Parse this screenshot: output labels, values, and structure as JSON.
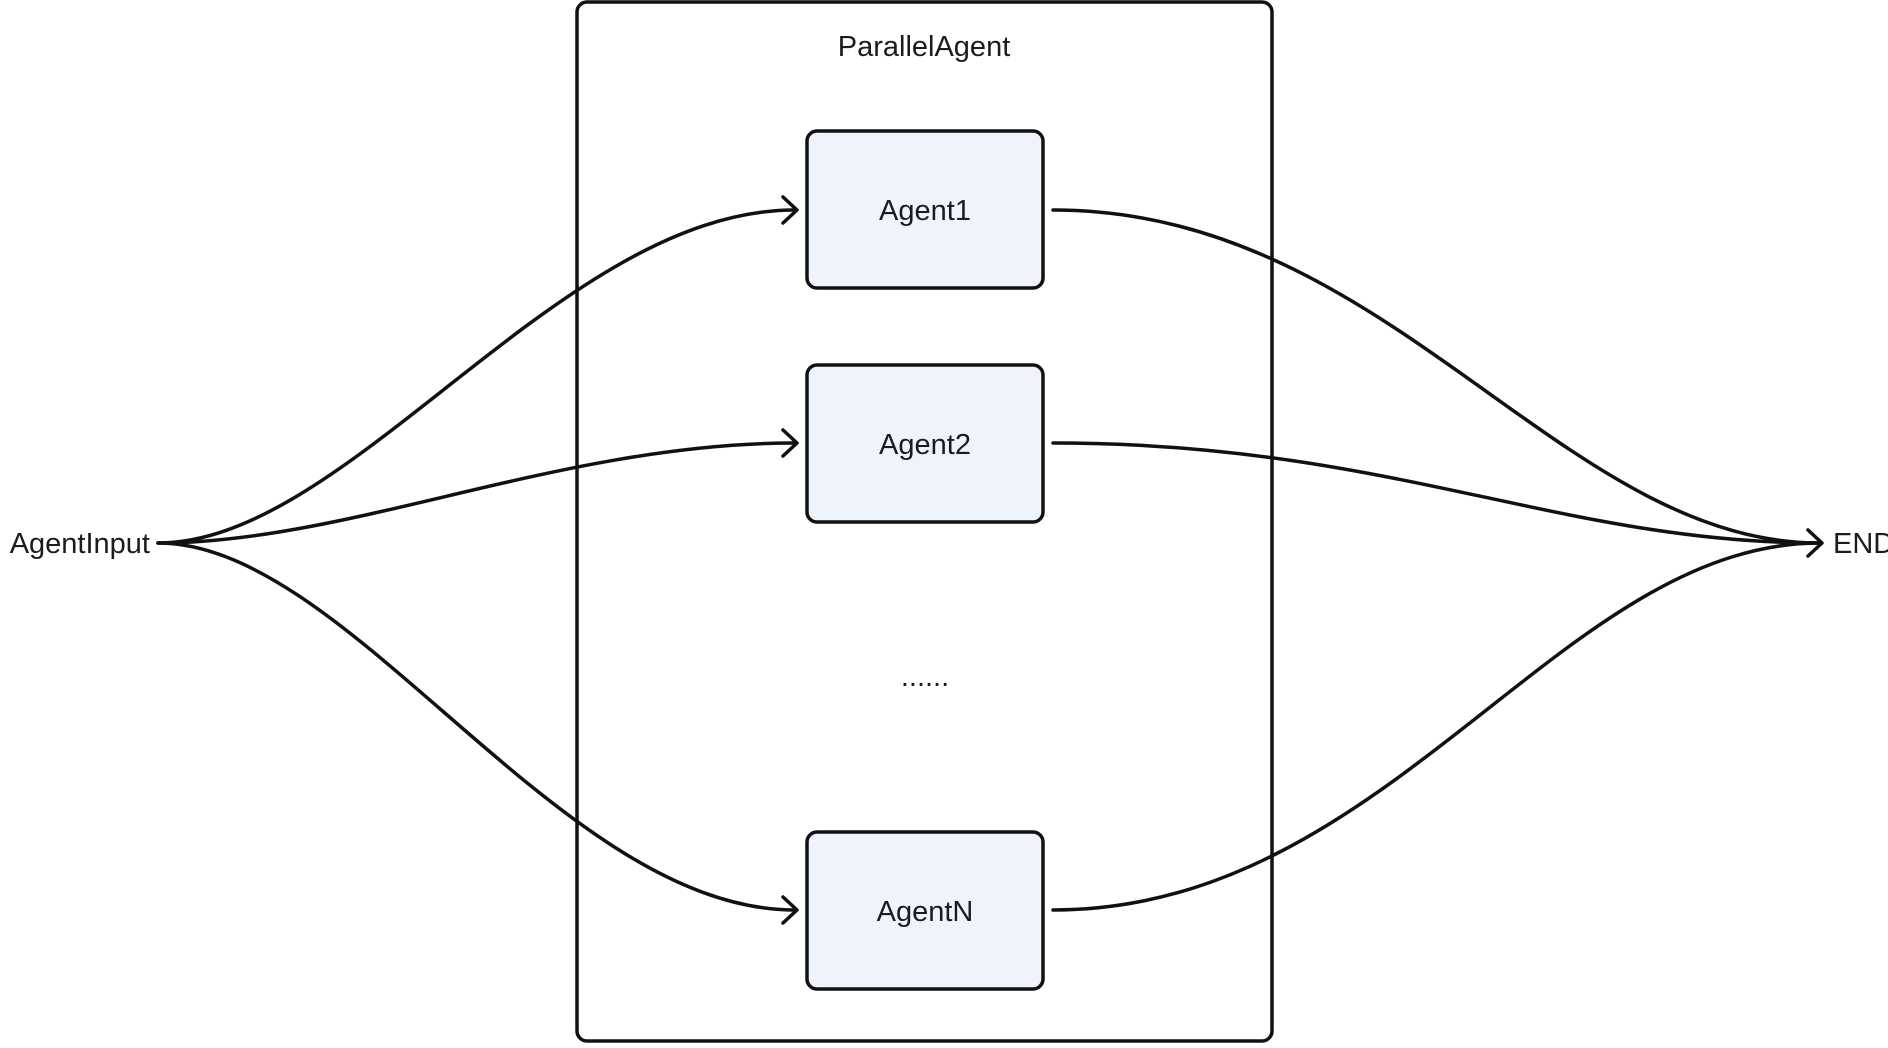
{
  "container": {
    "title": "ParallelAgent"
  },
  "input": {
    "label": "AgentInput"
  },
  "output": {
    "label": "END"
  },
  "agents": [
    {
      "label": "Agent1"
    },
    {
      "label": "Agent2"
    },
    {
      "label": "AgentN"
    }
  ],
  "ellipsis": "......",
  "colors": {
    "stroke": "#111111",
    "box_fill": "#eff4fc",
    "text": "#1c1c1c",
    "background": "#ffffff"
  }
}
